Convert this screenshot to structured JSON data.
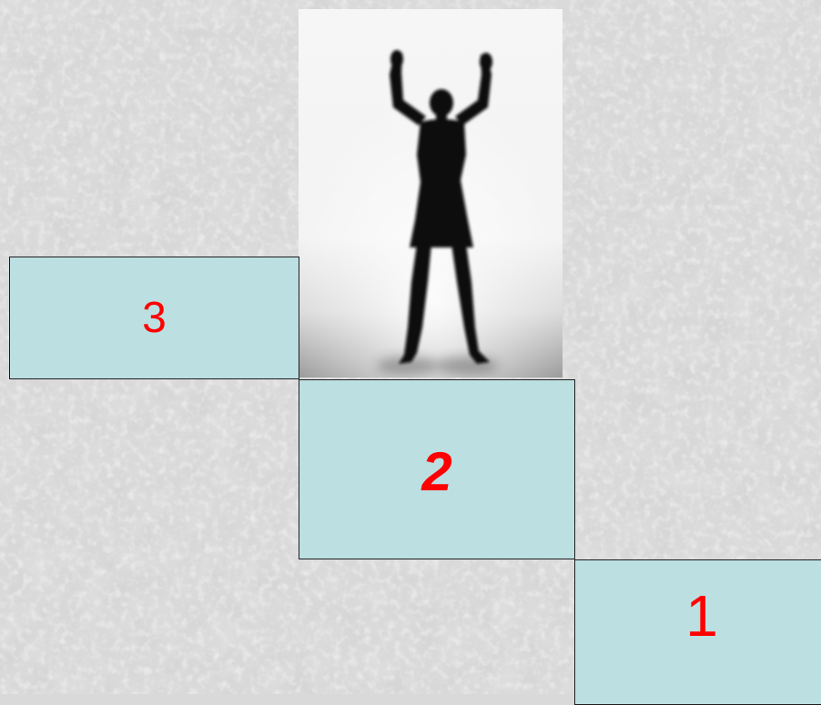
{
  "steps": [
    {
      "label": "3"
    },
    {
      "label": "2"
    },
    {
      "label": "1"
    }
  ],
  "colors": {
    "background": "#d9d9d9",
    "step_fill": "#bcdfe2",
    "step_border": "#1e1e1e",
    "label_color": "#ff0000"
  },
  "image": {
    "subject": "silhouette-arms-raised"
  }
}
